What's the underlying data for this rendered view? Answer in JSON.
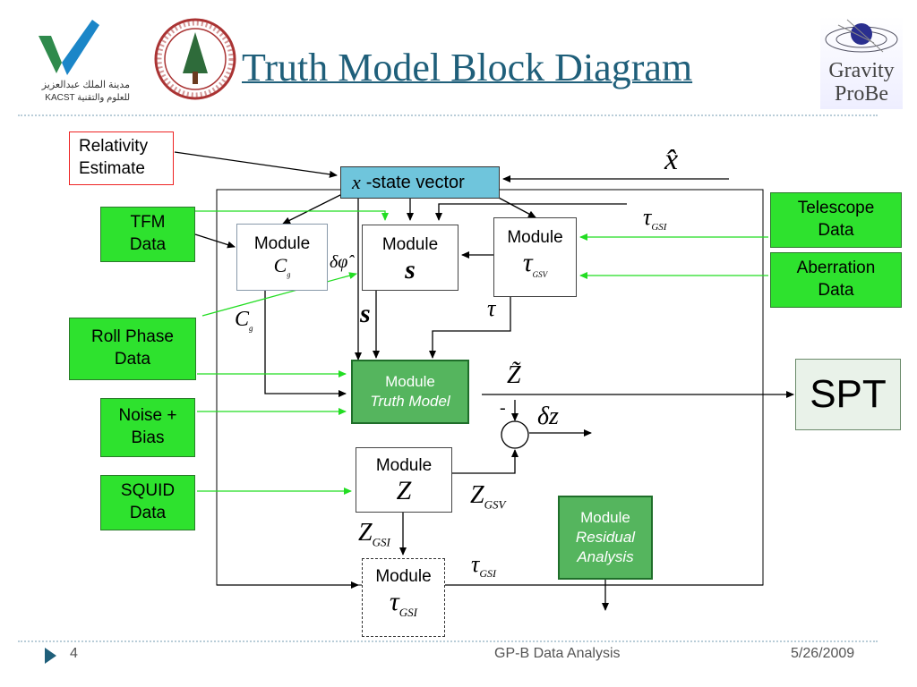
{
  "header": {
    "title": "Truth Model Block Diagram",
    "logo_kacst_line1": "مدينة الملك عبدالعزيز",
    "logo_kacst_line2": "KACST للعلوم والتقنية",
    "logo_gpb_line1": "Gravity",
    "logo_gpb_line2": "ProBe"
  },
  "inputs": {
    "relativity": [
      "Relativity",
      "Estimate"
    ],
    "tfm": [
      "TFM",
      "Data"
    ],
    "roll_phase": [
      "Roll Phase",
      "Data"
    ],
    "noise": [
      "Noise +",
      "Bias"
    ],
    "squid": [
      "SQUID",
      "Data"
    ],
    "telescope": [
      "Telescope",
      "Data"
    ],
    "aberration": [
      "Aberration",
      "Data"
    ]
  },
  "state_vector": {
    "symbol": "x",
    "label": "-state vector"
  },
  "modules": {
    "word": "Module",
    "cg": "C",
    "cg_sub": "g",
    "s": "s",
    "tau_gsv": "τ",
    "tau_gsv_sub": "GSV",
    "truth": "Truth Model",
    "z": "Z",
    "tau_gsi": "τ",
    "tau_gsi_sub": "GSI",
    "residual": [
      "Residual",
      "Analysis"
    ]
  },
  "signals": {
    "x_hat": "x̂",
    "tau_gsi": "τ",
    "tau_gsi_sub": "GSI",
    "delta_phi": "δφ̂",
    "cg": "C",
    "cg_sub": "g",
    "s": "s",
    "tau": "τ",
    "z_tilde": "Z̃",
    "minus": "-",
    "delta_z": "δz",
    "z_gsv": "Z",
    "z_gsv_sub": "GSV",
    "z_gsi": "Z",
    "z_gsi_sub": "GSI",
    "tau_gsi2": "τ",
    "tau_gsi2_sub": "GSI"
  },
  "output": "SPT",
  "footer": {
    "page": "4",
    "center": "GP-B Data Analysis",
    "date": "5/26/2009"
  },
  "colors": {
    "title": "#1f5f7a",
    "input_green": "#2ee22e",
    "module_green": "#55b55e",
    "state_vector_fill": "#6fc5dc",
    "spt_fill": "#e9f2e9",
    "arrow_green": "#22dd22"
  }
}
